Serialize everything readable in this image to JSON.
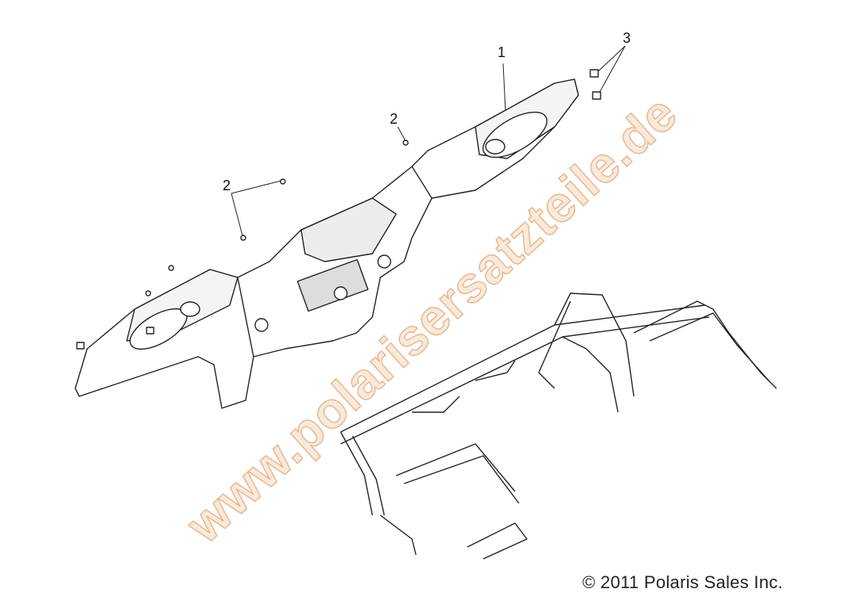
{
  "callouts": {
    "part_1": "1",
    "part_2a": "2",
    "part_2b": "2",
    "part_3": "3"
  },
  "copyright": "© 2011 Polaris Sales Inc.",
  "watermark": "www.polarisersatzteile.de",
  "colors": {
    "line": "#222222",
    "watermark": "#f5d7b9"
  }
}
